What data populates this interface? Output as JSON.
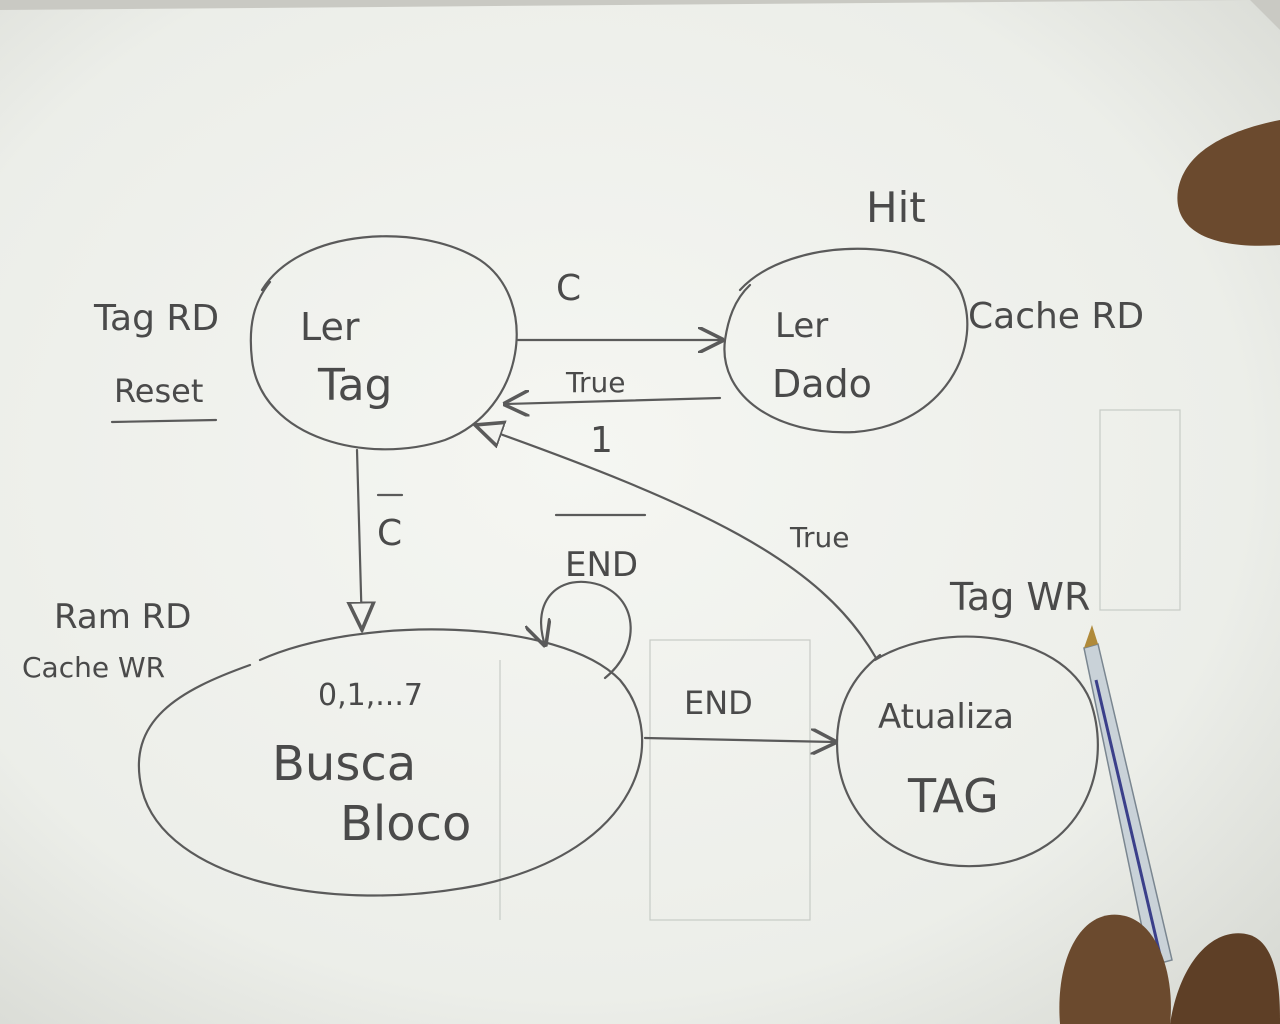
{
  "diagram": {
    "states": {
      "ler_tag": {
        "line1": "Ler",
        "line2": "Tag",
        "outputs": [
          "Tag RD",
          "Reset"
        ]
      },
      "ler_dados": {
        "line1": "Ler",
        "line2": "Dado",
        "output": "Cache RD",
        "output_group": "Hit"
      },
      "busca_bloco": {
        "counter": "0,1,...7",
        "line1": "Busca",
        "line2": "Bloco",
        "outputs": [
          "Ram RD",
          "Cache WR"
        ]
      },
      "atualiza_tag": {
        "line1": "Atualiza",
        "line2": "TAG",
        "output": "Tag WR"
      }
    },
    "transitions": {
      "tag_to_dados": "C",
      "dados_to_tag_top": "True",
      "dados_to_tag_bottom": "1",
      "tag_to_busca": "C",
      "busca_self_loop": "END",
      "busca_to_atualiza": "END",
      "atualiza_to_tag": "True"
    }
  },
  "colors": {
    "paper": "#f2f3ef",
    "ink": "#5a5a5a",
    "text": "#4a4a4a",
    "background": "#c9c9c3",
    "skin": "#6b4a2e"
  }
}
